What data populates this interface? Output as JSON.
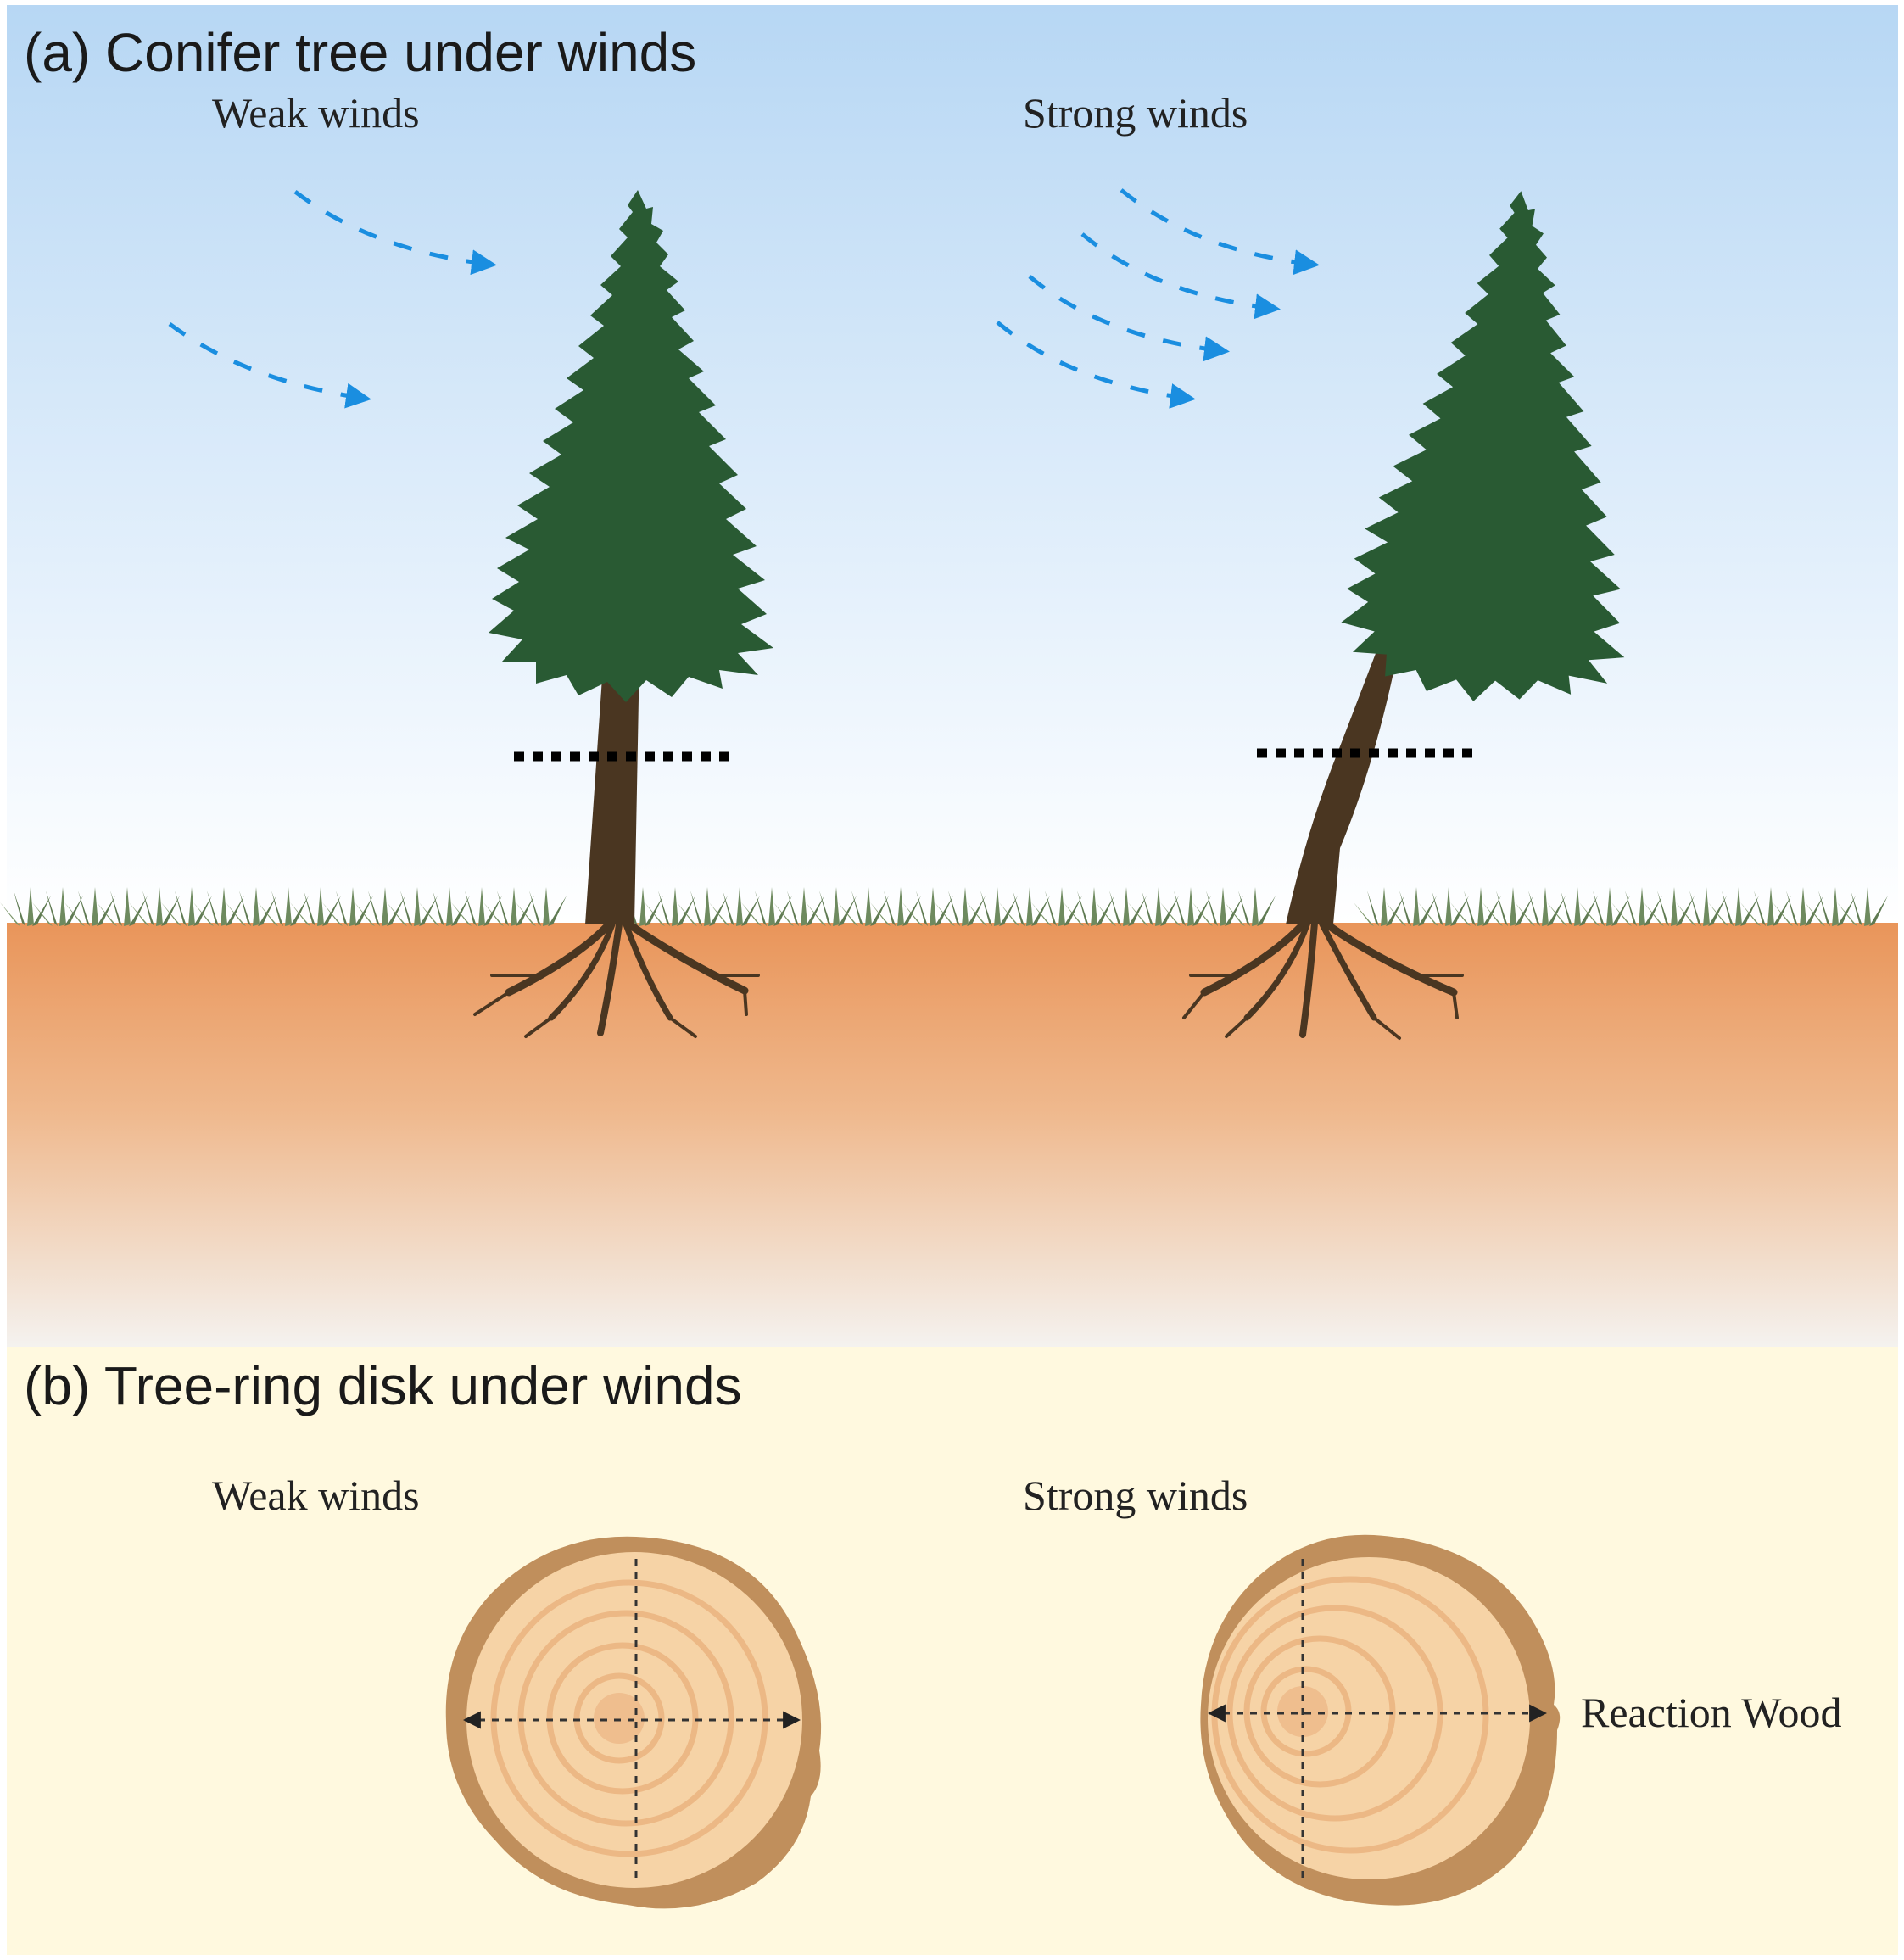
{
  "panel_a": {
    "title": "(a) Conifer tree under winds",
    "left_label": "Weak winds",
    "right_label": "Strong winds"
  },
  "panel_b": {
    "title": "(b) Tree-ring disk under winds",
    "left_label": "Weak winds",
    "right_label": "Strong winds",
    "reaction_label": "Reaction Wood"
  },
  "colors": {
    "sky_top": "#b7d7f4",
    "sky_bottom": "#ffffff",
    "soil_top": "#e9955a",
    "soil_bottom": "#f4f2ef",
    "panel_b_bg": "#fff9df",
    "foliage": "#295a33",
    "trunk": "#4a3621",
    "grass": "#5f7a52",
    "wind_arrow": "#1a8ee0",
    "bark": "#c08f5c",
    "wood": "#f6d3a6",
    "ring": "#ecb885"
  },
  "icons": {
    "wind": "dashed-curved-arrow",
    "tree": "conifer-tree",
    "disk": "tree-ring-cross-section"
  }
}
